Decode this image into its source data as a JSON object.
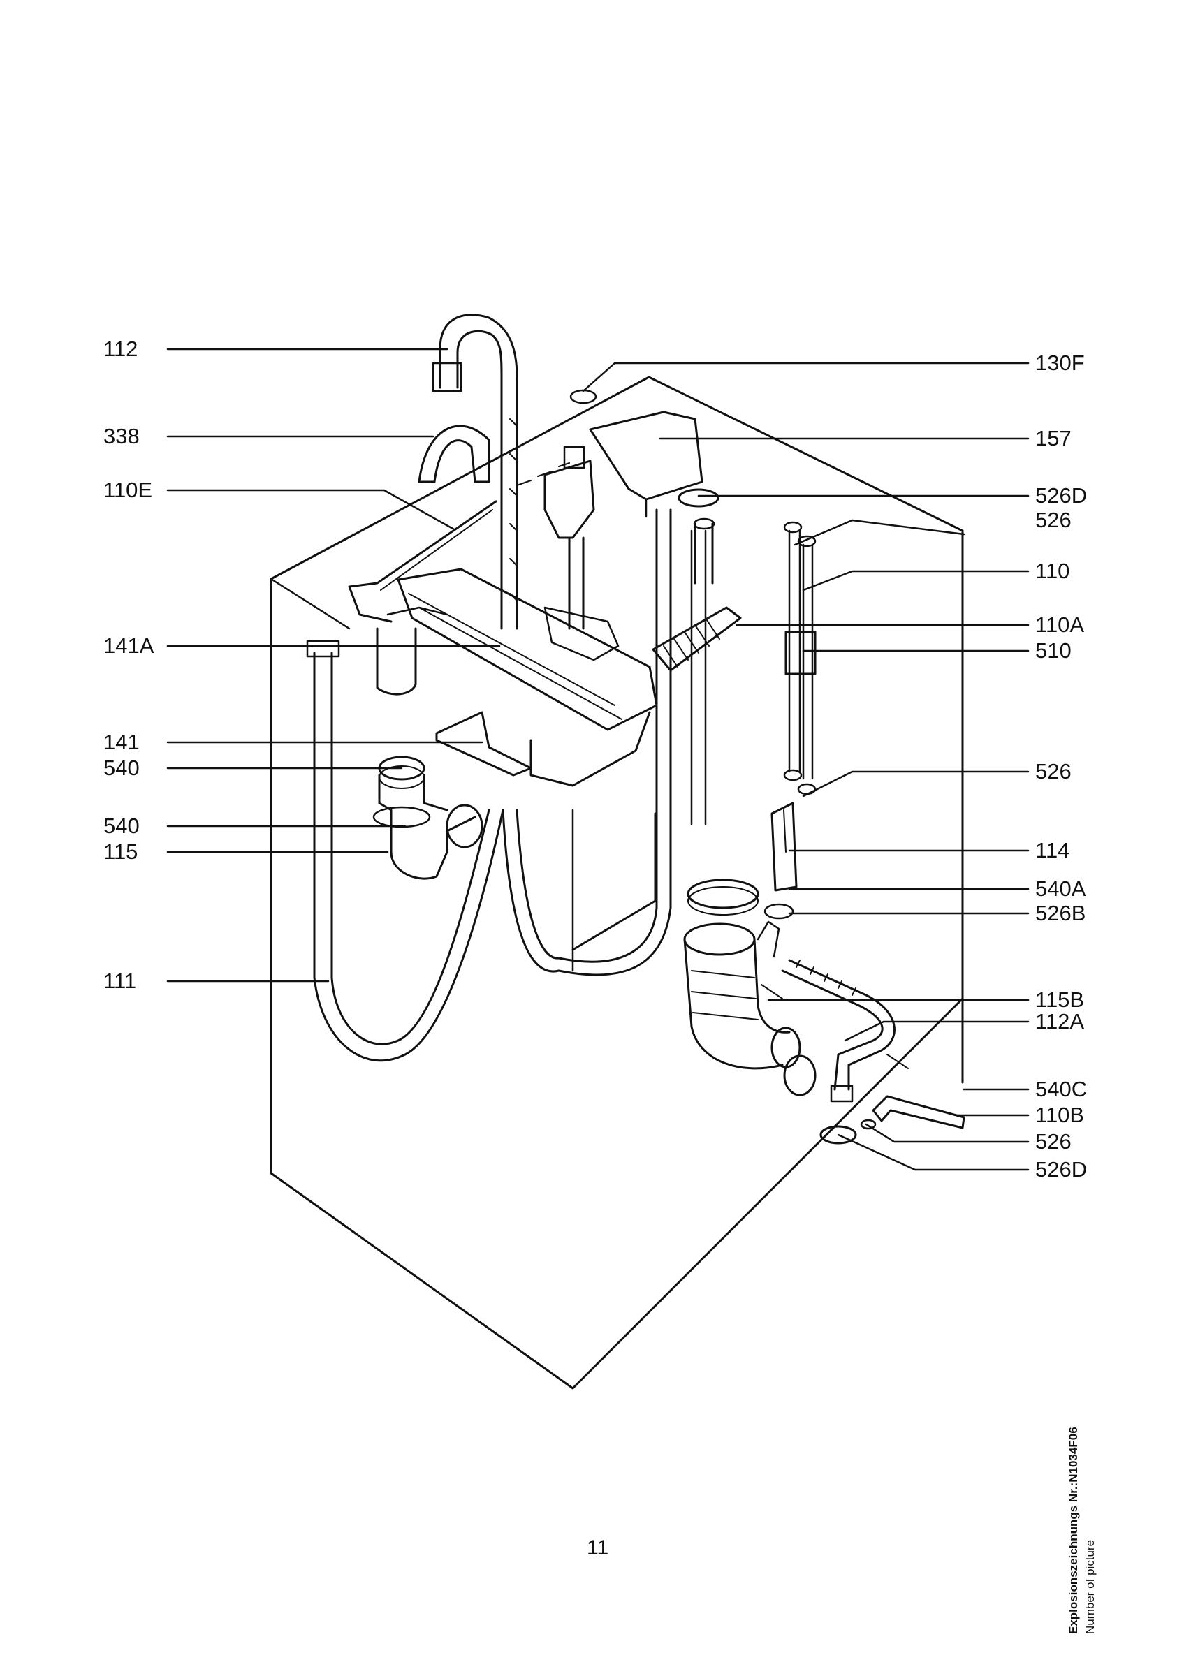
{
  "labels": {
    "left": [
      "112",
      "338",
      "110E",
      "141A",
      "141",
      "540",
      "540",
      "115",
      "111"
    ],
    "right": [
      "130F",
      "157",
      "526D",
      "526",
      "110",
      "110A",
      "510",
      "526",
      "114",
      "540A",
      "526B",
      "115B",
      "112A",
      "540C",
      "110B",
      "526",
      "526D"
    ]
  },
  "page_number": "11",
  "caption": {
    "title": "Explosionszeichnungs Nr.:N1034F06",
    "subtitle": "Number of picture"
  }
}
